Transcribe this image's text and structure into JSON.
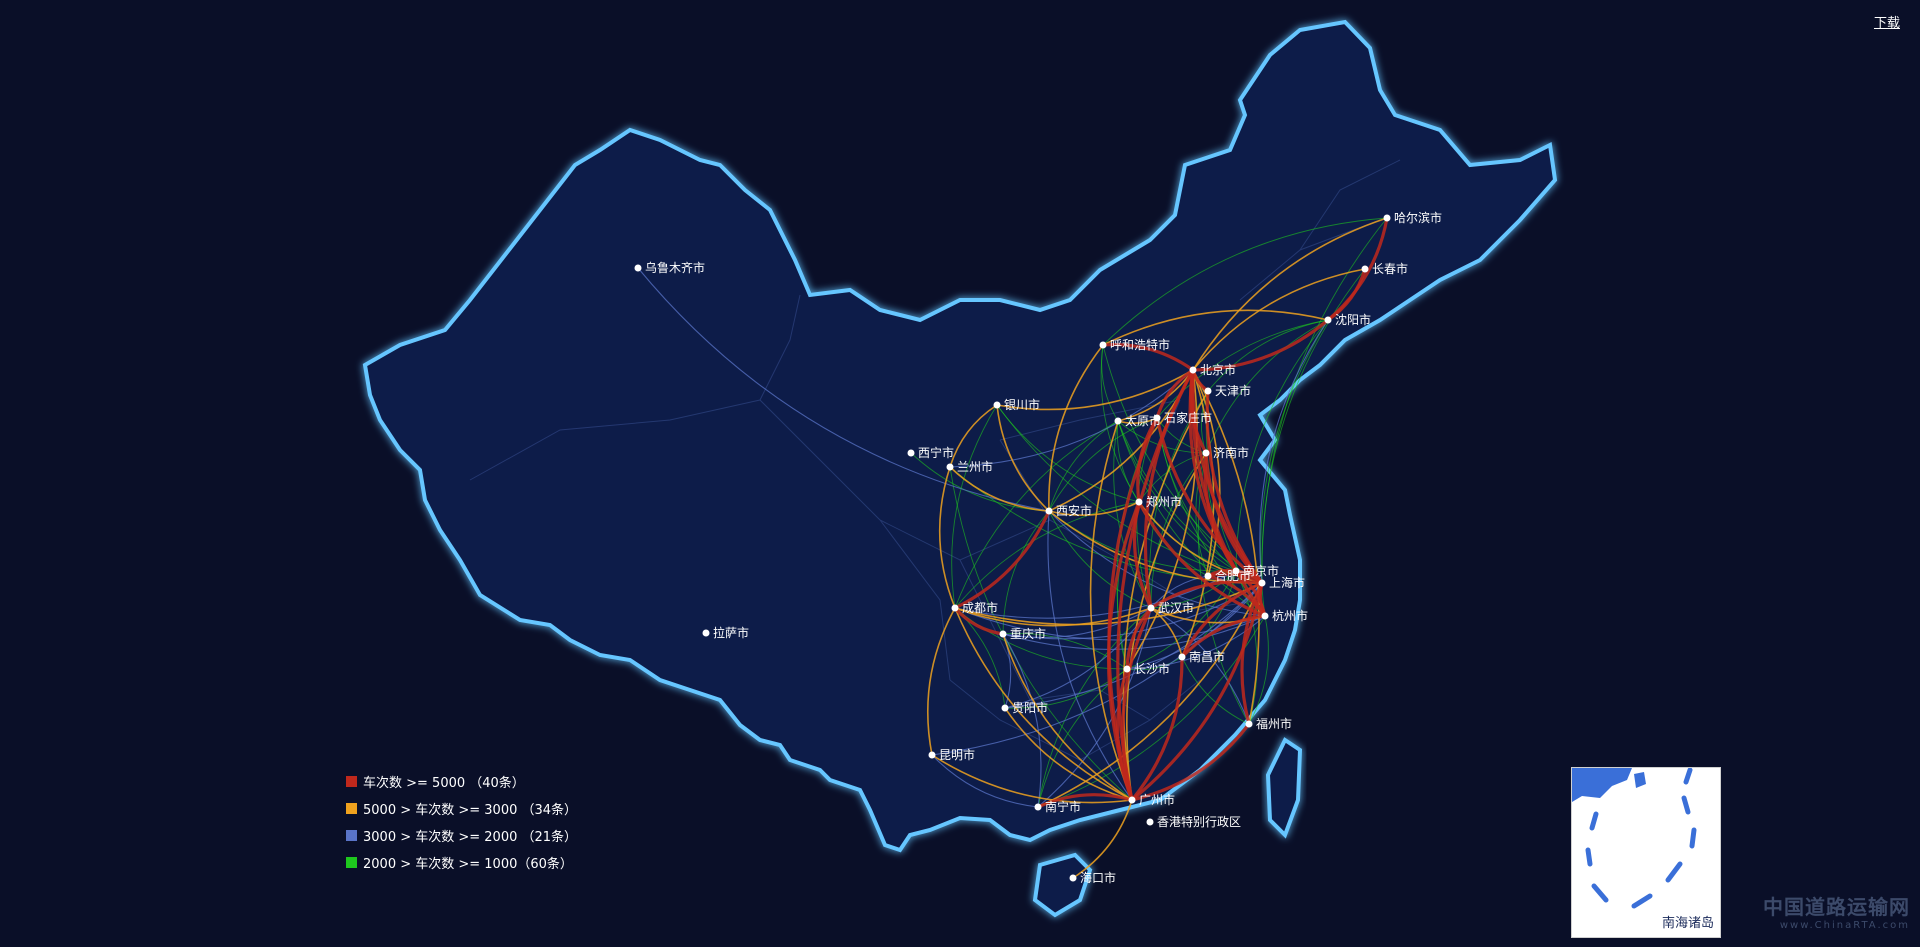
{
  "toolbar": {
    "download_label": "下载"
  },
  "colors": {
    "background": "#0a0f28",
    "land": "#0d1a48",
    "border_glow": "#66c6ff",
    "tier1": "#c0281c",
    "tier2": "#f0a21e",
    "tier3": "#5a74c8",
    "tier4": "#1ec81e"
  },
  "legend": [
    {
      "label": "车次数 >= 5000 （40条）",
      "color": "#c0281c"
    },
    {
      "label": "5000 > 车次数 >= 3000 （34条）",
      "color": "#f0a21e"
    },
    {
      "label": "3000 > 车次数 >= 2000 （21条）",
      "color": "#5a74c8"
    },
    {
      "label": "2000 > 车次数 >= 1000（60条）",
      "color": "#1ec81e"
    }
  ],
  "cities": [
    {
      "id": "harbin",
      "name": "哈尔滨市"
    },
    {
      "id": "changchun",
      "name": "长春市"
    },
    {
      "id": "shenyang",
      "name": "沈阳市"
    },
    {
      "id": "urumqi",
      "name": "乌鲁木齐市"
    },
    {
      "id": "hohhot",
      "name": "呼和浩特市"
    },
    {
      "id": "beijing",
      "name": "北京市"
    },
    {
      "id": "tianjin",
      "name": "天津市"
    },
    {
      "id": "shijiazhuang",
      "name": "石家庄市"
    },
    {
      "id": "taiyuan",
      "name": "太原市"
    },
    {
      "id": "yinchuan",
      "name": "银川市"
    },
    {
      "id": "xining",
      "name": "西宁市"
    },
    {
      "id": "lanzhou",
      "name": "兰州市"
    },
    {
      "id": "jinan",
      "name": "济南市"
    },
    {
      "id": "xian",
      "name": "西安市"
    },
    {
      "id": "zhengzhou",
      "name": "郑州市"
    },
    {
      "id": "nanjing",
      "name": "南京市"
    },
    {
      "id": "hefei",
      "name": "合肥市"
    },
    {
      "id": "shanghai",
      "name": "上海市"
    },
    {
      "id": "hangzhou",
      "name": "杭州市"
    },
    {
      "id": "wuhan",
      "name": "武汉市"
    },
    {
      "id": "chengdu",
      "name": "成都市"
    },
    {
      "id": "chongqing",
      "name": "重庆市"
    },
    {
      "id": "lhasa",
      "name": "拉萨市"
    },
    {
      "id": "changsha",
      "name": "长沙市"
    },
    {
      "id": "nanchang",
      "name": "南昌市"
    },
    {
      "id": "guiyang",
      "name": "贵阳市"
    },
    {
      "id": "fuzhou",
      "name": "福州市"
    },
    {
      "id": "kunming",
      "name": "昆明市"
    },
    {
      "id": "nanning",
      "name": "南宁市"
    },
    {
      "id": "guangzhou",
      "name": "广州市"
    },
    {
      "id": "hongkong",
      "name": "香港特别行政区"
    },
    {
      "id": "haikou",
      "name": "海口市"
    }
  ],
  "routes": [
    {
      "from": "beijing",
      "to": "shijiazhuang",
      "tier": 1
    },
    {
      "from": "beijing",
      "to": "tianjin",
      "tier": 1
    },
    {
      "from": "beijing",
      "to": "shanghai",
      "tier": 1
    },
    {
      "from": "beijing",
      "to": "nanjing",
      "tier": 1
    },
    {
      "from": "beijing",
      "to": "jinan",
      "tier": 1
    },
    {
      "from": "beijing",
      "to": "wuhan",
      "tier": 1
    },
    {
      "from": "beijing",
      "to": "guangzhou",
      "tier": 1
    },
    {
      "from": "beijing",
      "to": "hangzhou",
      "tier": 1
    },
    {
      "from": "beijing",
      "to": "shenyang",
      "tier": 1
    },
    {
      "from": "beijing",
      "to": "hohhot",
      "tier": 1
    },
    {
      "from": "shijiazhuang",
      "to": "zhengzhou",
      "tier": 1
    },
    {
      "from": "shijiazhuang",
      "to": "shanghai",
      "tier": 1
    },
    {
      "from": "shijiazhuang",
      "to": "guangzhou",
      "tier": 1
    },
    {
      "from": "tianjin",
      "to": "shanghai",
      "tier": 1
    },
    {
      "from": "jinan",
      "to": "shanghai",
      "tier": 1
    },
    {
      "from": "jinan",
      "to": "nanjing",
      "tier": 1
    },
    {
      "from": "shenyang",
      "to": "harbin",
      "tier": 1
    },
    {
      "from": "shenyang",
      "to": "changchun",
      "tier": 1
    },
    {
      "from": "shanghai",
      "to": "nanjing",
      "tier": 1
    },
    {
      "from": "shanghai",
      "to": "hangzhou",
      "tier": 1
    },
    {
      "from": "shanghai",
      "to": "hefei",
      "tier": 1
    },
    {
      "from": "shanghai",
      "to": "wuhan",
      "tier": 1
    },
    {
      "from": "shanghai",
      "to": "nanchang",
      "tier": 1
    },
    {
      "from": "shanghai",
      "to": "fuzhou",
      "tier": 1
    },
    {
      "from": "hangzhou",
      "to": "nanjing",
      "tier": 1
    },
    {
      "from": "hangzhou",
      "to": "hefei",
      "tier": 1
    },
    {
      "from": "hangzhou",
      "to": "nanchang",
      "tier": 1
    },
    {
      "from": "nanjing",
      "to": "hefei",
      "tier": 1
    },
    {
      "from": "wuhan",
      "to": "guangzhou",
      "tier": 1
    },
    {
      "from": "changsha",
      "to": "guangzhou",
      "tier": 1
    },
    {
      "from": "wuhan",
      "to": "changsha",
      "tier": 1
    },
    {
      "from": "guangzhou",
      "to": "nanning",
      "tier": 1
    },
    {
      "from": "guangzhou",
      "to": "fuzhou",
      "tier": 1
    },
    {
      "from": "guangzhou",
      "to": "nanchang",
      "tier": 1
    },
    {
      "from": "guangzhou",
      "to": "shanghai",
      "tier": 1
    },
    {
      "from": "chengdu",
      "to": "chongqing",
      "tier": 1
    },
    {
      "from": "chengdu",
      "to": "xian",
      "tier": 1
    },
    {
      "from": "zhengzhou",
      "to": "guangzhou",
      "tier": 1
    },
    {
      "from": "zhengzhou",
      "to": "wuhan",
      "tier": 1
    },
    {
      "from": "zhengzhou",
      "to": "hangzhou",
      "tier": 1
    },
    {
      "from": "harbin",
      "to": "beijing",
      "tier": 2
    },
    {
      "from": "changchun",
      "to": "beijing",
      "tier": 2
    },
    {
      "from": "shenyang",
      "to": "hohhot",
      "tier": 2
    },
    {
      "from": "hohhot",
      "to": "xian",
      "tier": 2
    },
    {
      "from": "yinchuan",
      "to": "lanzhou",
      "tier": 2
    },
    {
      "from": "yinchuan",
      "to": "xian",
      "tier": 2
    },
    {
      "from": "yinchuan",
      "to": "beijing",
      "tier": 2
    },
    {
      "from": "lanzhou",
      "to": "xian",
      "tier": 2
    },
    {
      "from": "lanzhou",
      "to": "chengdu",
      "tier": 2
    },
    {
      "from": "xian",
      "to": "zhengzhou",
      "tier": 2
    },
    {
      "from": "xian",
      "to": "beijing",
      "tier": 2
    },
    {
      "from": "xian",
      "to": "shanghai",
      "tier": 2
    },
    {
      "from": "taiyuan",
      "to": "beijing",
      "tier": 2
    },
    {
      "from": "taiyuan",
      "to": "shijiazhuang",
      "tier": 2
    },
    {
      "from": "taiyuan",
      "to": "guangzhou",
      "tier": 2
    },
    {
      "from": "chengdu",
      "to": "kunming",
      "tier": 2
    },
    {
      "from": "chengdu",
      "to": "guangzhou",
      "tier": 2
    },
    {
      "from": "chengdu",
      "to": "wuhan",
      "tier": 2
    },
    {
      "from": "chengdu",
      "to": "shanghai",
      "tier": 2
    },
    {
      "from": "chongqing",
      "to": "guangzhou",
      "tier": 2
    },
    {
      "from": "haikou",
      "to": "guangzhou",
      "tier": 2
    },
    {
      "from": "fuzhou",
      "to": "beijing",
      "tier": 2
    },
    {
      "from": "nanchang",
      "to": "beijing",
      "tier": 2
    },
    {
      "from": "hefei",
      "to": "beijing",
      "tier": 2
    },
    {
      "from": "changsha",
      "to": "beijing",
      "tier": 2
    },
    {
      "from": "jinan",
      "to": "guangzhou",
      "tier": 2
    },
    {
      "from": "tianjin",
      "to": "guangzhou",
      "tier": 2
    },
    {
      "from": "zhengzhou",
      "to": "shanghai",
      "tier": 2
    },
    {
      "from": "wuhan",
      "to": "hangzhou",
      "tier": 2
    },
    {
      "from": "nanning",
      "to": "shanghai",
      "tier": 2
    },
    {
      "from": "kunming",
      "to": "guangzhou",
      "tier": 2
    },
    {
      "from": "guiyang",
      "to": "guangzhou",
      "tier": 2
    },
    {
      "from": "nanchang",
      "to": "wuhan",
      "tier": 2
    },
    {
      "from": "urumqi",
      "to": "xian",
      "tier": 3
    },
    {
      "from": "lanzhou",
      "to": "beijing",
      "tier": 3
    },
    {
      "from": "kunming",
      "to": "shanghai",
      "tier": 3
    },
    {
      "from": "kunming",
      "to": "nanning",
      "tier": 3
    },
    {
      "from": "guiyang",
      "to": "shanghai",
      "tier": 3
    },
    {
      "from": "guiyang",
      "to": "chongqing",
      "tier": 3
    },
    {
      "from": "guiyang",
      "to": "wuhan",
      "tier": 3
    },
    {
      "from": "nanning",
      "to": "chongqing",
      "tier": 3
    },
    {
      "from": "nanning",
      "to": "wuhan",
      "tier": 3
    },
    {
      "from": "chongqing",
      "to": "shanghai",
      "tier": 3
    },
    {
      "from": "chongqing",
      "to": "wuhan",
      "tier": 3
    },
    {
      "from": "chongqing",
      "to": "hangzhou",
      "tier": 3
    },
    {
      "from": "chengdu",
      "to": "hangzhou",
      "tier": 3
    },
    {
      "from": "chengdu",
      "to": "nanjing",
      "tier": 3
    },
    {
      "from": "xian",
      "to": "hangzhou",
      "tier": 3
    },
    {
      "from": "xian",
      "to": "guangzhou",
      "tier": 3
    },
    {
      "from": "changsha",
      "to": "shanghai",
      "tier": 3
    },
    {
      "from": "changsha",
      "to": "hangzhou",
      "tier": 3
    },
    {
      "from": "fuzhou",
      "to": "wuhan",
      "tier": 3
    },
    {
      "from": "hefei",
      "to": "wuhan",
      "tier": 3
    },
    {
      "from": "shenyang",
      "to": "shanghai",
      "tier": 3
    },
    {
      "from": "shenyang",
      "to": "tianjin",
      "tier": 4
    },
    {
      "from": "shenyang",
      "to": "jinan",
      "tier": 4
    },
    {
      "from": "shenyang",
      "to": "nanjing",
      "tier": 4
    },
    {
      "from": "shenyang",
      "to": "hangzhou",
      "tier": 4
    },
    {
      "from": "shenyang",
      "to": "shijiazhuang",
      "tier": 4
    },
    {
      "from": "changchun",
      "to": "shanghai",
      "tier": 4
    },
    {
      "from": "harbin",
      "to": "shanghai",
      "tier": 4
    },
    {
      "from": "harbin",
      "to": "hohhot",
      "tier": 4
    },
    {
      "from": "hohhot",
      "to": "shanghai",
      "tier": 4
    },
    {
      "from": "hohhot",
      "to": "zhengzhou",
      "tier": 4
    },
    {
      "from": "hohhot",
      "to": "taiyuan",
      "tier": 4
    },
    {
      "from": "yinchuan",
      "to": "zhengzhou",
      "tier": 4
    },
    {
      "from": "yinchuan",
      "to": "shanghai",
      "tier": 4
    },
    {
      "from": "yinchuan",
      "to": "chengdu",
      "tier": 4
    },
    {
      "from": "lanzhou",
      "to": "guangzhou",
      "tier": 4
    },
    {
      "from": "lanzhou",
      "to": "shanghai",
      "tier": 4
    },
    {
      "from": "xining",
      "to": "xian",
      "tier": 4
    },
    {
      "from": "taiyuan",
      "to": "shanghai",
      "tier": 4
    },
    {
      "from": "taiyuan",
      "to": "zhengzhou",
      "tier": 4
    },
    {
      "from": "taiyuan",
      "to": "xian",
      "tier": 4
    },
    {
      "from": "taiyuan",
      "to": "hangzhou",
      "tier": 4
    },
    {
      "from": "taiyuan",
      "to": "wuhan",
      "tier": 4
    },
    {
      "from": "taiyuan",
      "to": "nanjing",
      "tier": 4
    },
    {
      "from": "taiyuan",
      "to": "jinan",
      "tier": 4
    },
    {
      "from": "taiyuan",
      "to": "chengdu",
      "tier": 4
    },
    {
      "from": "shijiazhuang",
      "to": "xian",
      "tier": 4
    },
    {
      "from": "shijiazhuang",
      "to": "wuhan",
      "tier": 4
    },
    {
      "from": "shijiazhuang",
      "to": "nanjing",
      "tier": 4
    },
    {
      "from": "shijiazhuang",
      "to": "hangzhou",
      "tier": 4
    },
    {
      "from": "shijiazhuang",
      "to": "changsha",
      "tier": 4
    },
    {
      "from": "shijiazhuang",
      "to": "jinan",
      "tier": 4
    },
    {
      "from": "tianjin",
      "to": "jinan",
      "tier": 4
    },
    {
      "from": "tianjin",
      "to": "hangzhou",
      "tier": 4
    },
    {
      "from": "tianjin",
      "to": "wuhan",
      "tier": 4
    },
    {
      "from": "jinan",
      "to": "hangzhou",
      "tier": 4
    },
    {
      "from": "jinan",
      "to": "zhengzhou",
      "tier": 4
    },
    {
      "from": "jinan",
      "to": "wuhan",
      "tier": 4
    },
    {
      "from": "jinan",
      "to": "hefei",
      "tier": 4
    },
    {
      "from": "jinan",
      "to": "fuzhou",
      "tier": 4
    },
    {
      "from": "zhengzhou",
      "to": "nanjing",
      "tier": 4
    },
    {
      "from": "zhengzhou",
      "to": "changsha",
      "tier": 4
    },
    {
      "from": "zhengzhou",
      "to": "chengdu",
      "tier": 4
    },
    {
      "from": "zhengzhou",
      "to": "hefei",
      "tier": 4
    },
    {
      "from": "xian",
      "to": "wuhan",
      "tier": 4
    },
    {
      "from": "xian",
      "to": "nanjing",
      "tier": 4
    },
    {
      "from": "xian",
      "to": "chongqing",
      "tier": 4
    },
    {
      "from": "wuhan",
      "to": "nanjing",
      "tier": 4
    },
    {
      "from": "wuhan",
      "to": "nanning",
      "tier": 4
    },
    {
      "from": "changsha",
      "to": "nanjing",
      "tier": 4
    },
    {
      "from": "changsha",
      "to": "nanchang",
      "tier": 4
    },
    {
      "from": "changsha",
      "to": "chongqing",
      "tier": 4
    },
    {
      "from": "changsha",
      "to": "nanning",
      "tier": 4
    },
    {
      "from": "nanchang",
      "to": "nanjing",
      "tier": 4
    },
    {
      "from": "nanchang",
      "to": "fuzhou",
      "tier": 4
    },
    {
      "from": "fuzhou",
      "to": "nanjing",
      "tier": 4
    },
    {
      "from": "fuzhou",
      "to": "hangzhou",
      "tier": 4
    },
    {
      "from": "guiyang",
      "to": "chengdu",
      "tier": 4
    },
    {
      "from": "guiyang",
      "to": "changsha",
      "tier": 4
    },
    {
      "from": "chengdu",
      "to": "changsha",
      "tier": 4
    },
    {
      "from": "nanning",
      "to": "hangzhou",
      "tier": 4
    }
  ],
  "inset": {
    "label": "南海诸岛"
  },
  "watermark": {
    "main": "中国道路运输网",
    "sub": "www.ChinaRTA.com"
  }
}
